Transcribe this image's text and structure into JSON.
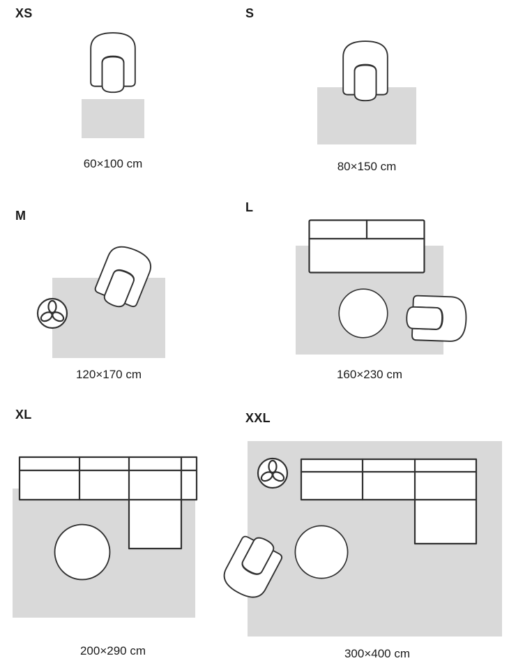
{
  "palette": {
    "background": "#ffffff",
    "rug": "#d9d9d9",
    "outline": "#303030",
    "text": "#1a1a1a"
  },
  "icons": {
    "armchair": "top-view armchair outline",
    "sofa": "top-view straight sofa outline",
    "sectional_sofa": "top-view sofa with chaise outline",
    "coffee_table": "round coffee table outline",
    "plant": "round potted plant outline"
  },
  "sizes": [
    {
      "id": "xs",
      "label": "XS",
      "dimensions": "60×100 cm",
      "furniture": [
        "armchair"
      ]
    },
    {
      "id": "s",
      "label": "S",
      "dimensions": "80×150 cm",
      "furniture": [
        "armchair"
      ]
    },
    {
      "id": "m",
      "label": "M",
      "dimensions": "120×170 cm",
      "furniture": [
        "armchair",
        "plant"
      ]
    },
    {
      "id": "l",
      "label": "L",
      "dimensions": "160×230 cm",
      "furniture": [
        "sofa",
        "coffee_table",
        "armchair"
      ]
    },
    {
      "id": "xl",
      "label": "XL",
      "dimensions": "200×290 cm",
      "furniture": [
        "sectional_sofa",
        "coffee_table"
      ]
    },
    {
      "id": "xxl",
      "label": "XXL",
      "dimensions": "300×400 cm",
      "furniture": [
        "plant",
        "sectional_sofa",
        "coffee_table",
        "armchair"
      ]
    }
  ]
}
